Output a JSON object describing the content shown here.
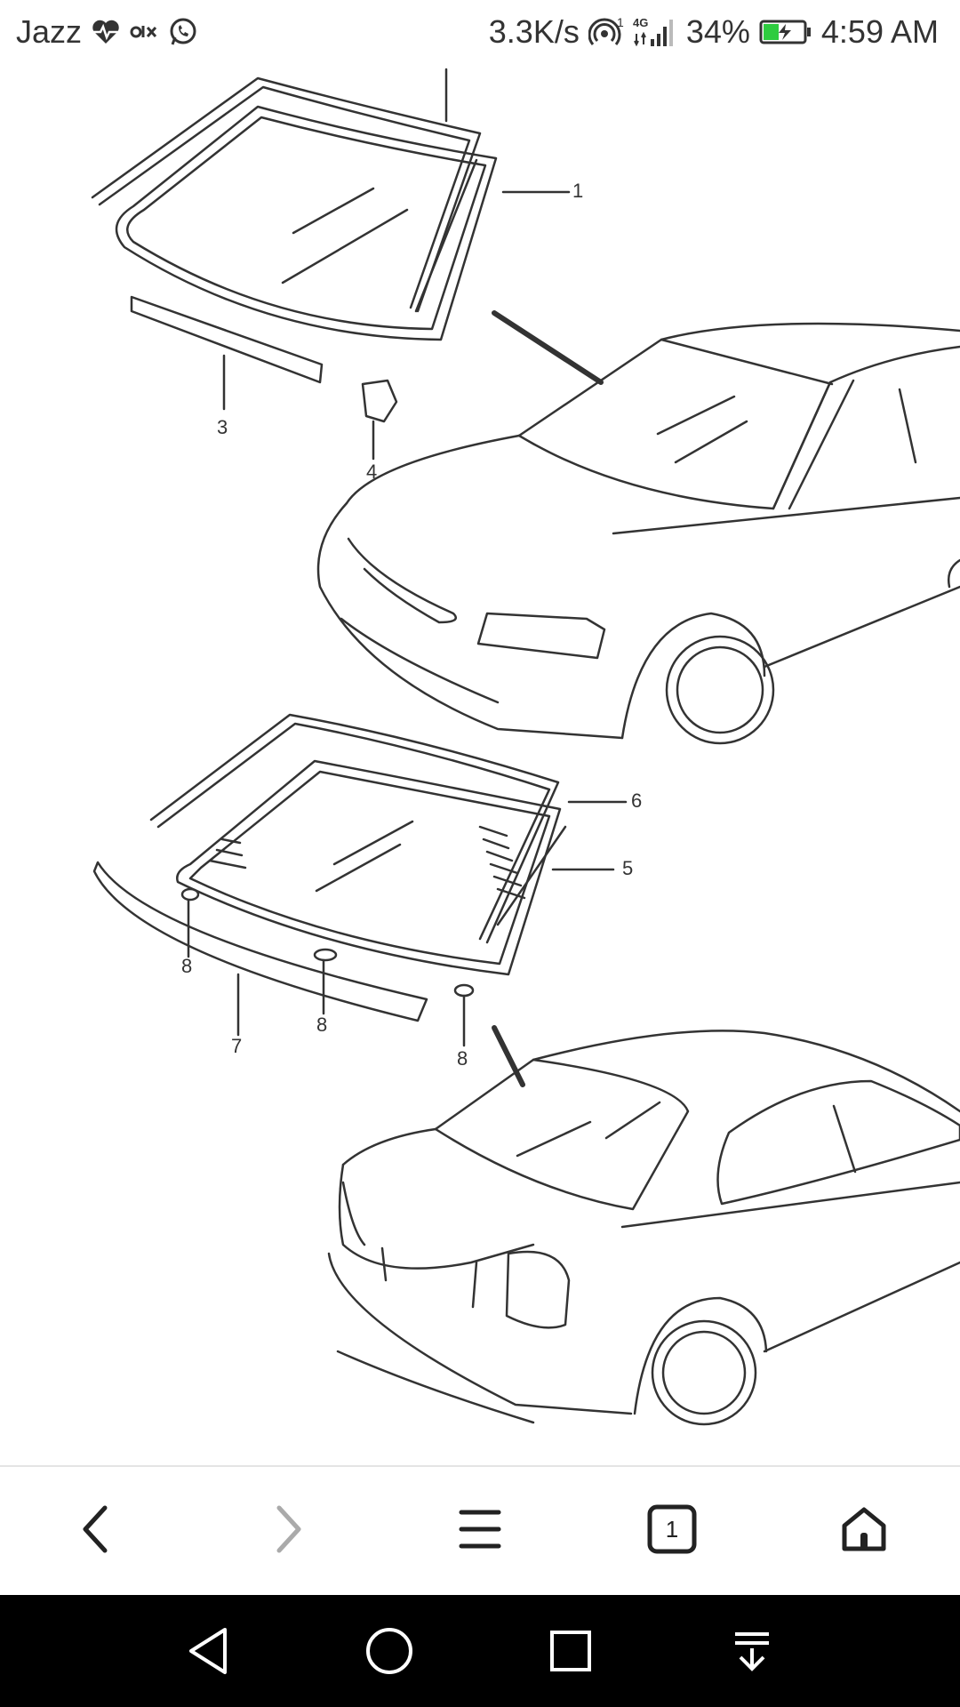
{
  "status_bar": {
    "carrier": "Jazz",
    "net_speed": "3.3K/s",
    "sim_label": "1",
    "network_type": "4G",
    "battery_percent": "34%",
    "time": "4:59 AM",
    "icons": [
      "heart-pulse-icon",
      "olx-icon",
      "whatsapp-icon",
      "hotspot-icon",
      "signal-icon",
      "battery-charging-icon"
    ],
    "battery_color": "#2ecc40"
  },
  "diagram": {
    "callouts": {
      "c1": "1",
      "c3": "3",
      "c4": "4",
      "c5": "5",
      "c6": "6",
      "c7": "7",
      "c8a": "8",
      "c8b": "8",
      "c8c": "8"
    }
  },
  "toolbar": {
    "tab_count": "1",
    "icons": [
      "back-icon",
      "forward-icon",
      "menu-icon",
      "tabs-icon",
      "home-icon"
    ]
  },
  "navigation": {
    "icons": [
      "nav-back-icon",
      "nav-home-icon",
      "nav-recents-icon",
      "nav-notifications-icon"
    ]
  }
}
